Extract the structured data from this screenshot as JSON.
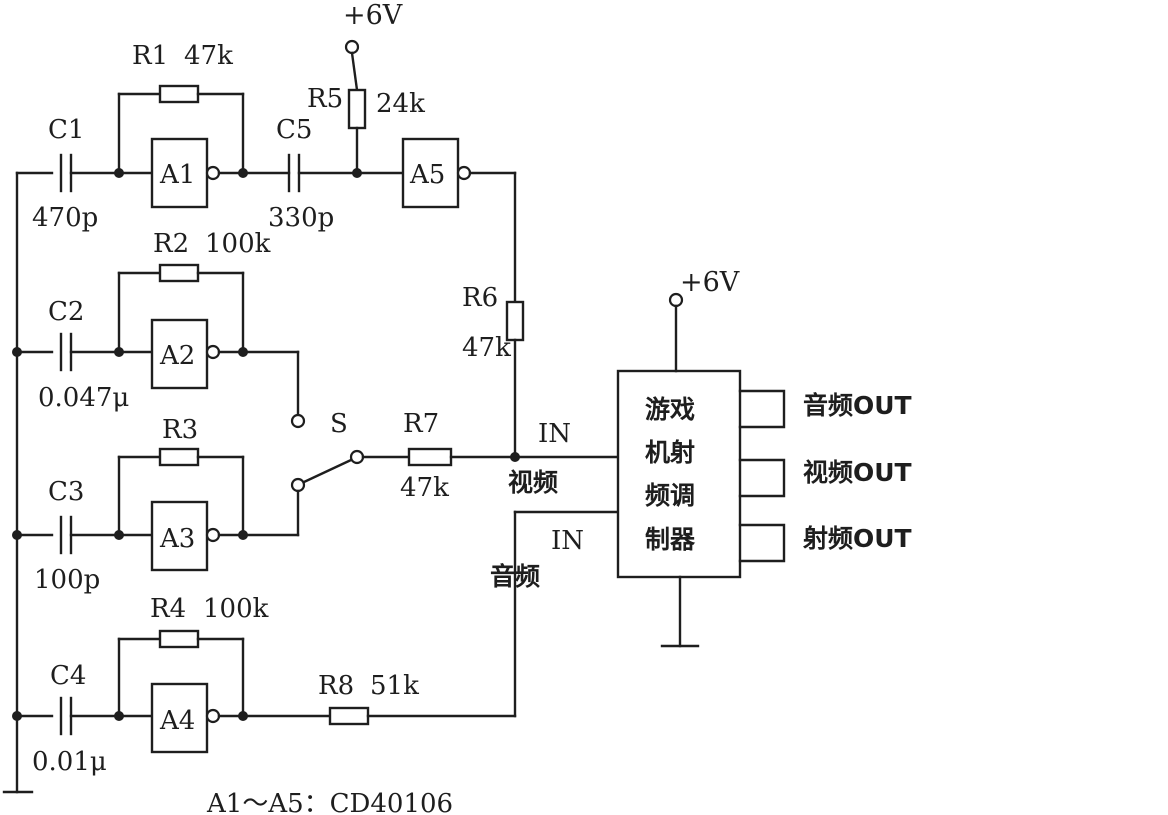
{
  "supply": {
    "top": "+6V",
    "modulator": "+6V"
  },
  "gates": [
    "A1",
    "A2",
    "A3",
    "A4",
    "A5"
  ],
  "resistors": {
    "R1": {
      "name": "R1",
      "value": "47k"
    },
    "R2": {
      "name": "R2",
      "value": "100k"
    },
    "R3": {
      "name": "R3"
    },
    "R4": {
      "name": "R4",
      "value": "100k"
    },
    "R5": {
      "name": "R5",
      "value": "24k"
    },
    "R6": {
      "name": "R6",
      "value": "47k"
    },
    "R7": {
      "name": "R7",
      "value": "47k"
    },
    "R8": {
      "name": "R8",
      "value": "51k"
    }
  },
  "capacitors": {
    "C1": {
      "name": "C1",
      "value": "470p"
    },
    "C2": {
      "name": "C2",
      "value": "0.047μ"
    },
    "C3": {
      "name": "C3",
      "value": "100p"
    },
    "C4": {
      "name": "C4",
      "value": "0.01μ"
    },
    "C5": {
      "name": "C5",
      "value": "330p"
    }
  },
  "switch": "S",
  "modulator": {
    "lines": [
      "游戏",
      "机射",
      "频调",
      "制器"
    ],
    "video_in": {
      "top": "IN",
      "label": "视频"
    },
    "audio_in": {
      "top": "IN",
      "label": "音频"
    },
    "outputs": [
      "音频OUT",
      "视频OUT",
      "射频OUT"
    ]
  },
  "note": "A1～A5：CD40106"
}
